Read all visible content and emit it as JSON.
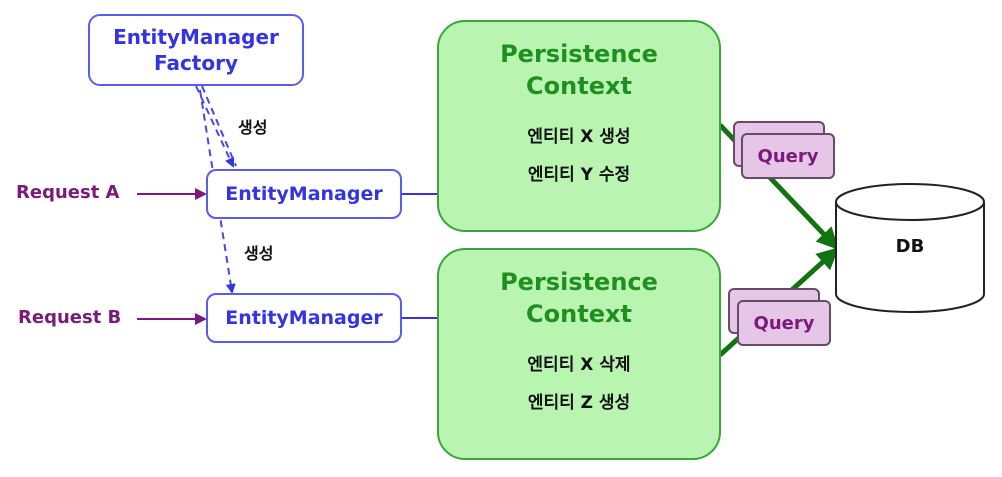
{
  "factory": {
    "line1": "EntityManager",
    "line2": "Factory"
  },
  "create_label_1": "생성",
  "create_label_2": "생성",
  "requests": [
    {
      "label": "Request A"
    },
    {
      "label": "Request B"
    }
  ],
  "entity_managers": [
    {
      "label": "EntityManager"
    },
    {
      "label": "EntityManager"
    }
  ],
  "contexts": [
    {
      "title1": "Persistence",
      "title2": "Context",
      "entries": [
        "엔티티 X 생성",
        "엔티티 Y 수정"
      ]
    },
    {
      "title1": "Persistence",
      "title2": "Context",
      "entries": [
        "엔티티 X 삭제",
        "엔티티 Z 생성"
      ]
    }
  ],
  "queries": [
    {
      "label": "Query"
    },
    {
      "label": "Query"
    }
  ],
  "db": {
    "label": "DB"
  },
  "colors": {
    "blue": "#3434e0",
    "purple": "#7a1a7a",
    "green_fill": "#b9f5b1",
    "green_dark": "#1f8f1f",
    "arrow_green": "#127312",
    "query_fill": "#e6c6e6"
  }
}
